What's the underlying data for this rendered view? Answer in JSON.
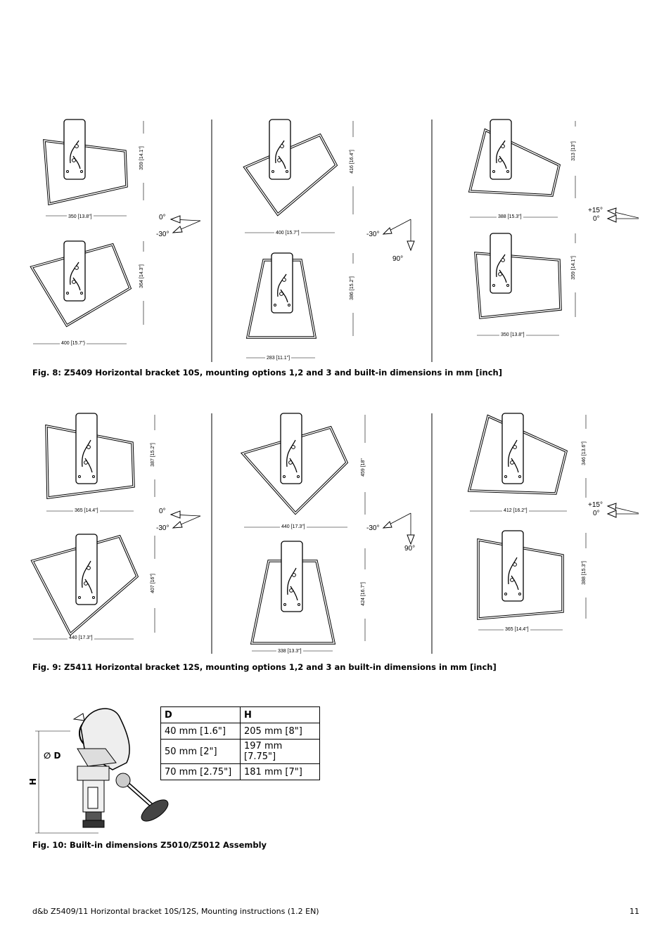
{
  "fig8": {
    "caption": "Fig. 8: Z5409 Horizontal bracket 10S, mounting options 1,2 and 3 and built-in dimensions in mm [inch]",
    "dims": {
      "a_w": "350 [13.8\"]",
      "a_h": "359 [14.1\"]",
      "b_w": "400 [15.7\")",
      "b_h": "364 [14.3\"]",
      "c_w": "400 [15.7\"]",
      "c_h": "416 [16.4\"]",
      "d_w": "283 [11.1\"]",
      "d_h": "386 [15.2\"]",
      "e_w": "388 [15.3\"]",
      "e_h": "313 [13\"]",
      "f_w": "350 [13.8\"]",
      "f_h": "359 [14.1\"]"
    },
    "angles": {
      "zero": "0°",
      "minus30": "-30°",
      "minus30b": "-30°",
      "ninety": "90°",
      "plus15": "+15°",
      "zero2": "0°"
    }
  },
  "fig9": {
    "caption": "Fig. 9: Z5411 Horizontal bracket 12S, mounting options 1,2 and 3 an built-in dimensions in mm [inch]",
    "dims": {
      "a_w": "365 [14.4\"]",
      "a_h": "387 [15.2\"]",
      "b_w": "440 [17.3\"]",
      "b_h": "407 [16\"]",
      "c_w": "440 [17.3\"]",
      "c_h": "459 [18\"",
      "d_w": "338 [13.3\"]",
      "d_h": "424 [16.7\"]",
      "e_w": "412 [16.2\"]",
      "e_h": "346 [13.6\"]",
      "f_w": "365 [14.4\"]",
      "f_h": "388 [15.3\"]"
    },
    "angles": {
      "zero": "0°",
      "minus30": "-30°",
      "minus30b": "-30°",
      "ninety": "90°",
      "plus15": "+15°",
      "zero2": "0°"
    }
  },
  "fig10": {
    "caption": "Fig. 10: Built-in dimensions Z5010/Z5012 Assembly",
    "label_d": "∅ D",
    "label_h": "H",
    "table": {
      "headers": [
        "D",
        "H"
      ],
      "rows": [
        [
          "40 mm [1.6\"]",
          "205 mm [8\"]"
        ],
        [
          "50 mm [2\"]",
          "197 mm [7.75\"]"
        ],
        [
          "70 mm [2.75\"]",
          "181 mm [7\"]"
        ]
      ]
    }
  },
  "footer": {
    "text": "d&b Z5409/11 Horizontal bracket 10S/12S, Mounting instructions (1.2 EN)",
    "page": "11"
  }
}
